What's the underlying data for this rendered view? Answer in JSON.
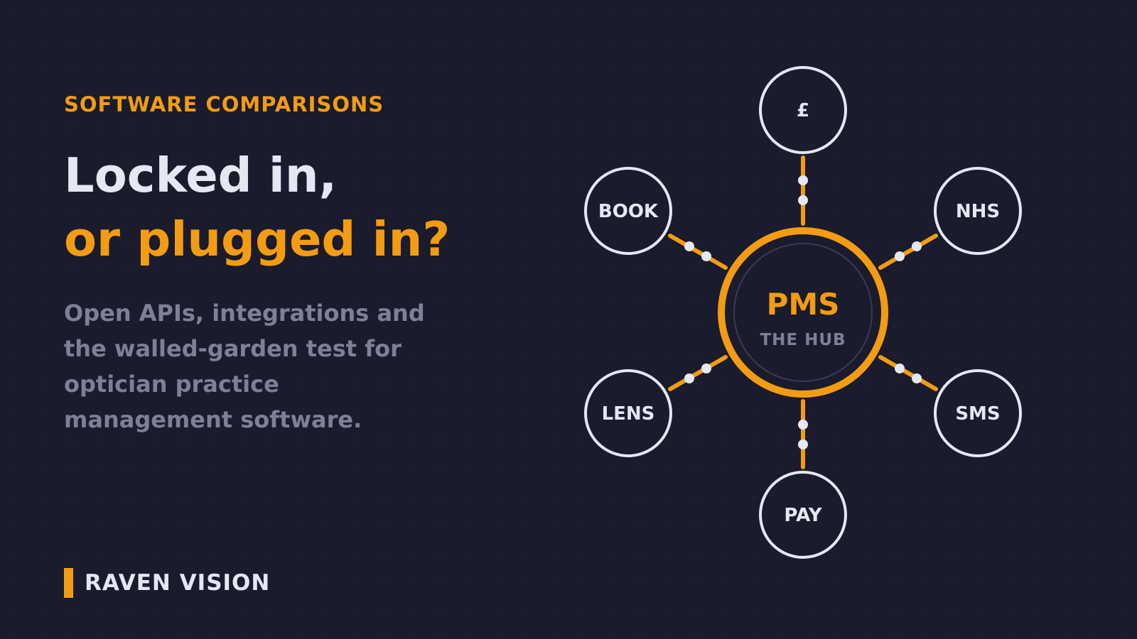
{
  "header": {
    "eyebrow": "SOFTWARE COMPARISONS",
    "headline_line1": "Locked in,",
    "headline_line2": "or plugged in?"
  },
  "subtext": "Open APIs, integrations and the walled-garden test for optician practice management software.",
  "brand": {
    "name": "RAVEN VISION"
  },
  "diagram": {
    "hub": {
      "title": "PMS",
      "subtitle": "THE HUB"
    },
    "nodes": [
      {
        "label": "£"
      },
      {
        "label": "NHS"
      },
      {
        "label": "SMS"
      },
      {
        "label": "PAY"
      },
      {
        "label": "LENS"
      },
      {
        "label": "BOOK"
      }
    ]
  },
  "colors": {
    "background": "#1a1b2c",
    "accent": "#f39c12",
    "text": "#e6e7f3",
    "muted": "#7d8096"
  }
}
